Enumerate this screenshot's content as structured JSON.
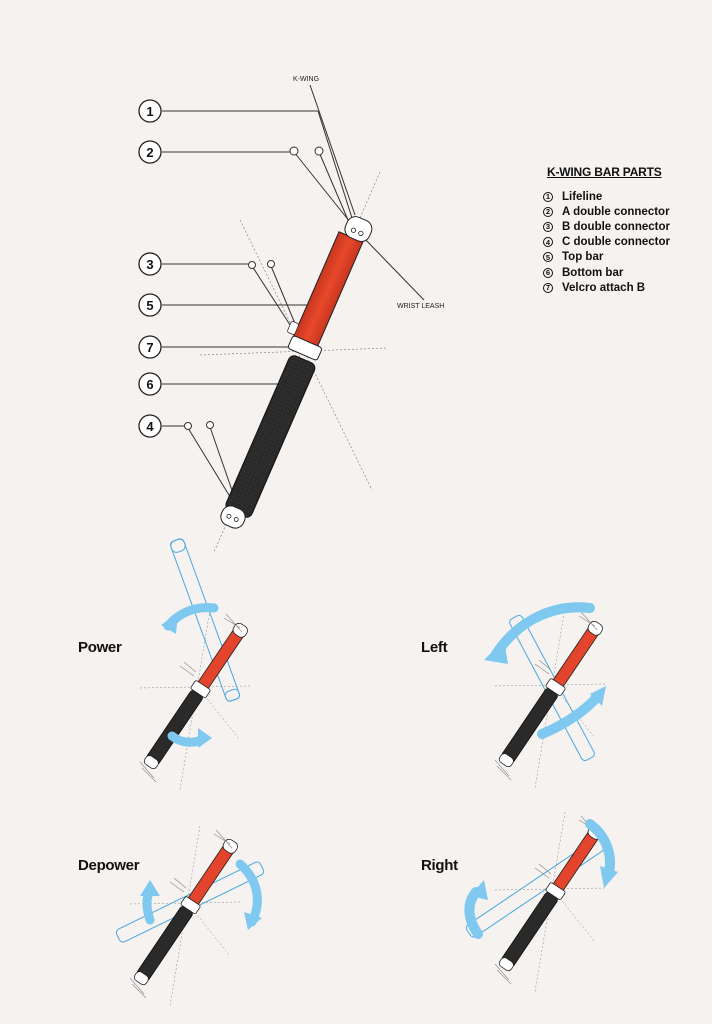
{
  "main_labels": {
    "kwing": "K-WING",
    "wrist_leash": "WRIST LEASH"
  },
  "callouts": [
    "1",
    "2",
    "3",
    "5",
    "7",
    "6",
    "4"
  ],
  "legend": {
    "title": "K-WING BAR PARTS",
    "items": [
      {
        "num": "1",
        "label": "Lifeline"
      },
      {
        "num": "2",
        "label": "A double connector"
      },
      {
        "num": "3",
        "label": "B double connector"
      },
      {
        "num": "4",
        "label": "C double connector"
      },
      {
        "num": "5",
        "label": "Top bar"
      },
      {
        "num": "6",
        "label": "Bottom bar"
      },
      {
        "num": "7",
        "label": "Velcro attach B"
      }
    ]
  },
  "modes": {
    "power": "Power",
    "left": "Left",
    "depower": "Depower",
    "right": "Right"
  },
  "colors": {
    "background": "#f5f2f0",
    "top_bar": "#e2452b",
    "bottom_bar": "#2a2a2a",
    "motion_arrow": "#7fc8ef",
    "ghost_outline": "#4aa8e0",
    "line": "#333333"
  }
}
